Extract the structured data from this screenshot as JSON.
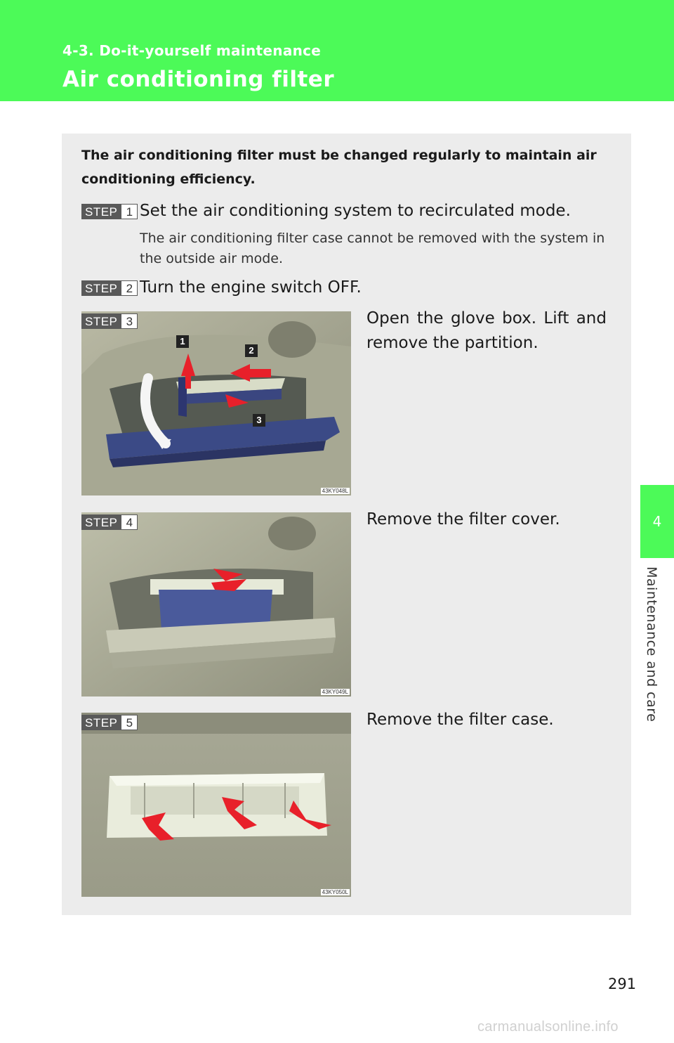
{
  "header": {
    "section": "4-3. Do-it-yourself maintenance",
    "title": "Air conditioning filter"
  },
  "side_tab": {
    "chapter_number": "4",
    "chapter_label": "Maintenance and care"
  },
  "intro": "The air conditioning filter must be changed regularly to maintain air conditioning efficiency.",
  "steps": [
    {
      "word": "STEP",
      "number": "1",
      "text": "Set the air conditioning system to recirculated mode.",
      "note": "The air conditioning filter case cannot be removed with the system in the outside air mode."
    },
    {
      "word": "STEP",
      "number": "2",
      "text": "Turn the engine switch OFF."
    },
    {
      "word": "STEP",
      "number": "3",
      "text": "Open the glove box. Lift and remove the partition.",
      "image_code": "43KY048L",
      "callouts": [
        "1",
        "2",
        "3"
      ]
    },
    {
      "word": "STEP",
      "number": "4",
      "text": "Remove the filter cover.",
      "image_code": "43KY049L"
    },
    {
      "word": "STEP",
      "number": "5",
      "text": "Remove the filter case.",
      "image_code": "43KY050L"
    }
  ],
  "page_number": "291",
  "watermark": "carmanualsonline.info",
  "colors": {
    "header_green": "#4cfa58",
    "content_bg": "#ececec",
    "badge_gray": "#595959",
    "arrow_red": "#e8202a"
  }
}
